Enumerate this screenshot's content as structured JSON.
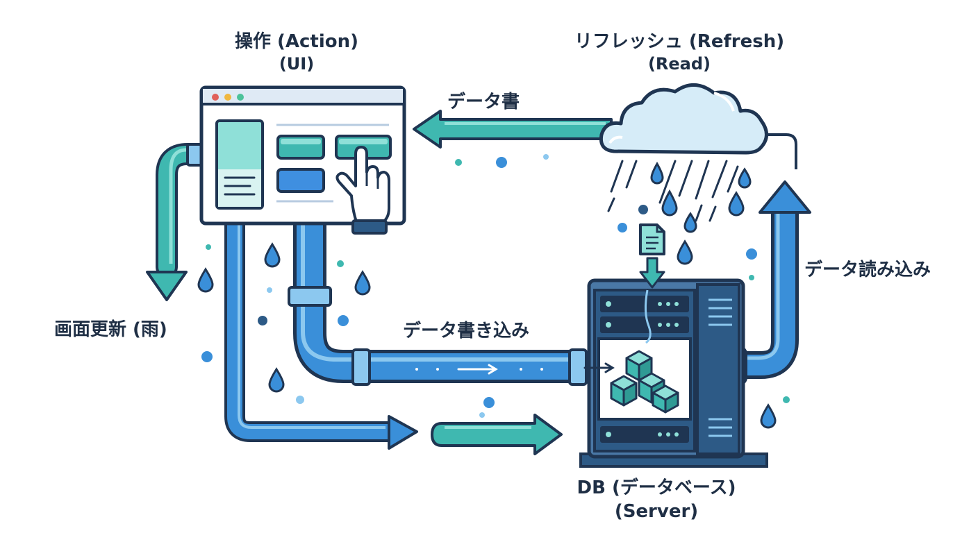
{
  "labels": {
    "action_title": "操作 (Action)",
    "action_sub": "(UI)",
    "refresh_title": "リフレッシュ (Refresh)",
    "refresh_sub": "(Read)",
    "data_write_top": "データ書",
    "screen_update": "画面更新 (雨)",
    "data_write": "データ書き込み",
    "data_read": "データ読み込み",
    "db_title": "DB (データベース)",
    "db_sub": "(Server)"
  },
  "colors": {
    "outline": "#1f3552",
    "pipe_blue": "#3a8fd9",
    "pipe_light": "#8cc8ef",
    "teal": "#3fb8b0",
    "teal_light": "#8fe0d8",
    "button_blue": "#3f8fe0",
    "cloud_fill": "#d6ecf8",
    "server_dark": "#2d5a86",
    "server_mid": "#4a78a6"
  },
  "icons": {
    "browser": "browser-window-icon",
    "hand": "pointing-hand-icon",
    "cloud": "rain-cloud-icon",
    "document": "document-icon",
    "server": "database-server-icon",
    "cubes": "stacked-cubes-icon"
  }
}
